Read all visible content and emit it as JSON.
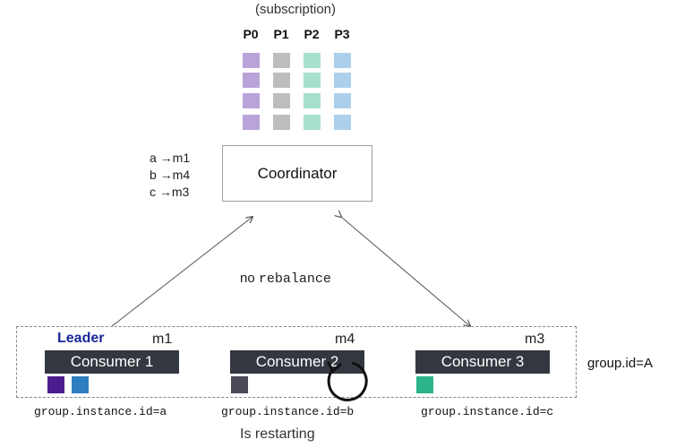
{
  "subscription_caption": "(subscription)",
  "partitions": [
    {
      "label": "P0",
      "color": "#b9a3d9"
    },
    {
      "label": "P1",
      "color": "#bdbdbd"
    },
    {
      "label": "P2",
      "color": "#a8dfcf"
    },
    {
      "label": "P3",
      "color": "#acd0ec"
    }
  ],
  "coordinator": {
    "label": "Coordinator"
  },
  "assignments": [
    "a →m1",
    "b →m4",
    "c →m3"
  ],
  "rebalance": {
    "prefix": "no ",
    "keyword": "rebalance"
  },
  "group_id": "group.id=A",
  "consumers": [
    {
      "name": "Consumer 1",
      "member": "m1",
      "instance": "group.instance.id=a",
      "leader": "Leader",
      "partitions": [
        {
          "color": "#4b1e8f"
        },
        {
          "color": "#2f7fc0"
        }
      ]
    },
    {
      "name": "Consumer 2",
      "member": "m4",
      "instance": "group.instance.id=b",
      "partitions": [
        {
          "color": "#4a4a57"
        }
      ],
      "status": "Is restarting"
    },
    {
      "name": "Consumer 3",
      "member": "m3",
      "instance": "group.instance.id=c",
      "partitions": [
        {
          "color": "#2bb38c"
        }
      ]
    }
  ]
}
